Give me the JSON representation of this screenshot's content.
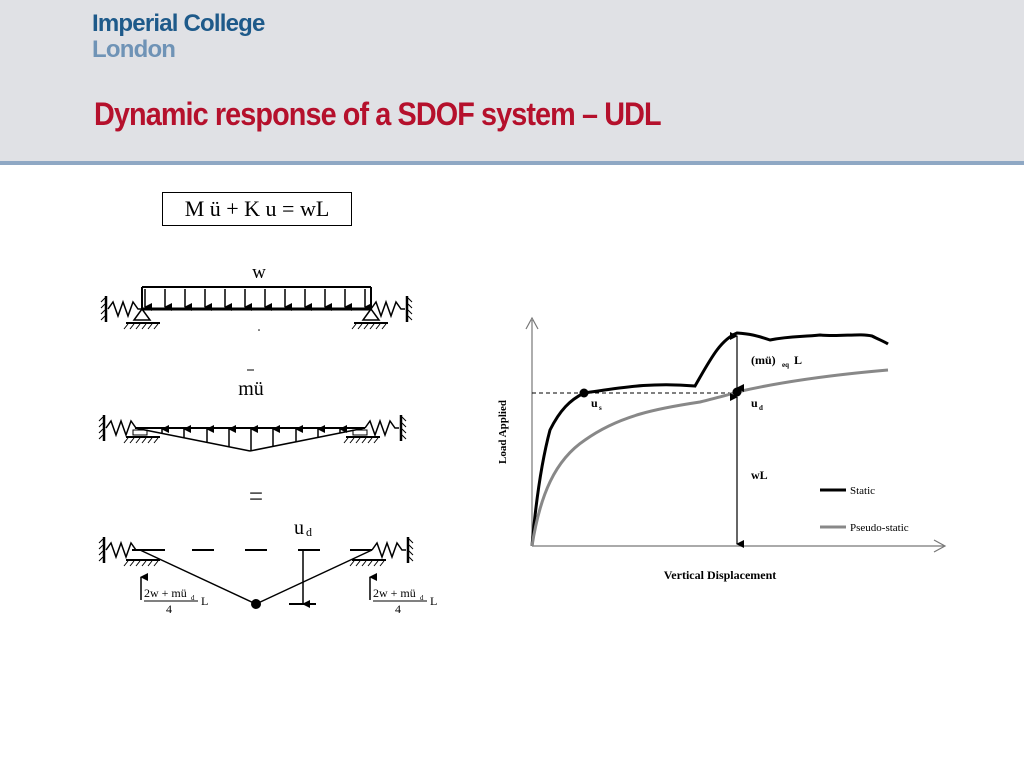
{
  "header": {
    "logo_line1": "Imperial College",
    "logo_line2": "London",
    "title": "Dynamic response of a SDOF system – UDL"
  },
  "diagram": {
    "equation": "M ü + K u = wL",
    "load_label": "w",
    "inertia_label_main": "mü",
    "inertia_bar": "-",
    "equals": "=",
    "deflection_label": "u",
    "deflection_sub": "d",
    "reaction_numerator": "2w + mü",
    "reaction_sub": "d",
    "reaction_denominator": "4",
    "reaction_suffix": "L"
  },
  "chart": {
    "ylabel": "Load Applied",
    "xlabel": "Vertical Displacement",
    "annotations": {
      "us": "u",
      "us_sub": "s",
      "ud": "u",
      "ud_sub": "d",
      "meq": "(mü)",
      "meq_sub": "eq",
      "meq_suffix": "L",
      "wL": "wL"
    },
    "legend": [
      "Static",
      "Pseudo-static"
    ],
    "colors": {
      "static": "#000000",
      "pseudo": "#888888"
    }
  }
}
